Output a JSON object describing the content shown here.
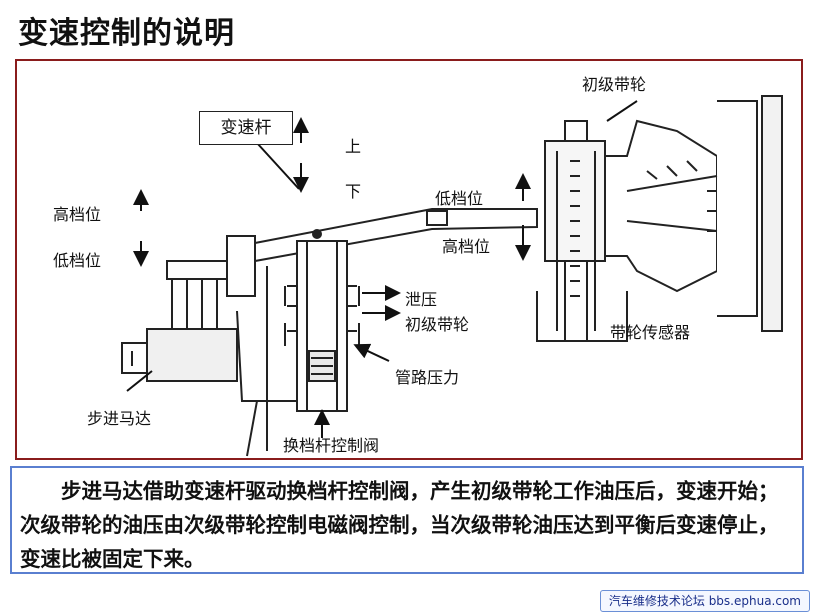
{
  "title": "变速控制的说明",
  "labels": {
    "shift_lever": "变速杆",
    "up": "上",
    "down": "下",
    "high_gear_left": "高档位",
    "low_gear_left": "低档位",
    "low_gear_right": "低档位",
    "high_gear_right": "高档位",
    "primary_pulley": "初级带轮",
    "pressure_relief": "泄压",
    "primary_pulley_port": "初级带轮",
    "pulley_sensor": "带轮传感器",
    "line_pressure": "管路压力",
    "stepper_motor": "步进马达",
    "shift_control_valve": "换档杆控制阀"
  },
  "description": "步进马达借助变速杆驱动换档杆控制阀，产生初级带轮工作油压后，变速开始；次级带轮的油压由次级带轮控制电磁阀控制，当次级带轮油压达到平衡后变速停止，变速比被固定下来。",
  "footer": "汽车维修技术论坛 bbs.ephua.com"
}
